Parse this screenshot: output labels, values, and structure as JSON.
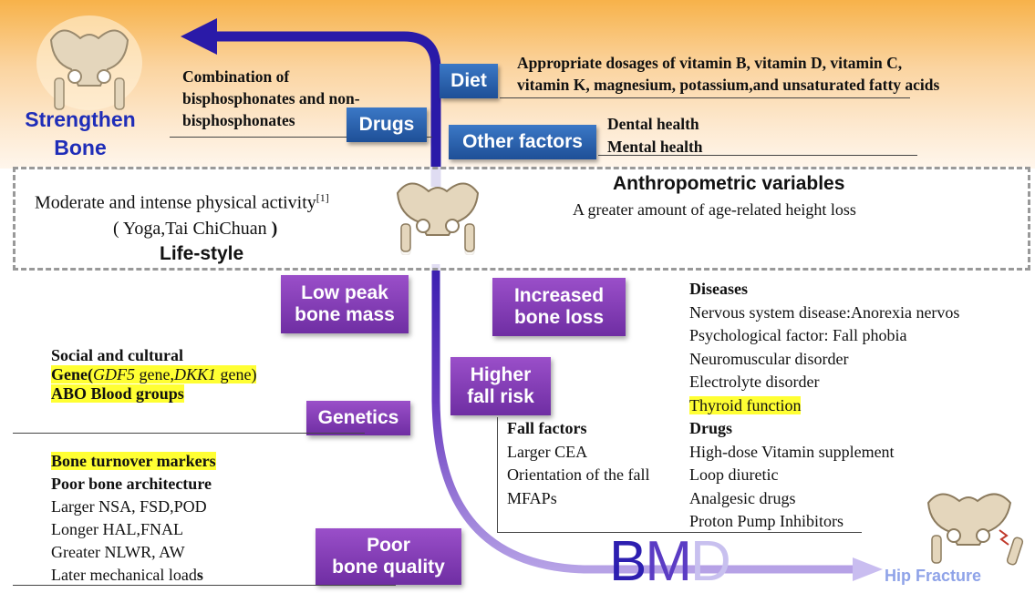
{
  "top": {
    "strengthen_bone_line1": "Strengthen",
    "strengthen_bone_line2": "Bone",
    "drugs_text_line1": "Combination of",
    "drugs_text_line2": "bisphosphonates and non-",
    "drugs_text_line3": "bisphosphonates",
    "drugs_tag": "Drugs",
    "diet_tag": "Diet",
    "diet_text_line1": "Appropriate dosages of vitamin B, vitamin D, vitamin C,",
    "diet_text_line2": "vitamin K, magnesium, potassium,and unsaturated fatty acids",
    "other_tag": "Other factors",
    "other_text_line1": "Dental health",
    "other_text_line2": "Mental health"
  },
  "lifestyle": {
    "activity": "Moderate and intense physical activity",
    "activity_ref": "[1]",
    "examples_pre": "( Yoga,Tai ChiChuan ",
    "examples_post": ")",
    "label": "Life-style",
    "anthro_title": "Anthropometric variables",
    "anthro_text": "A greater amount of age-related height loss"
  },
  "tags": {
    "low_peak_line1": "Low peak",
    "low_peak_line2": "bone mass",
    "increased_line1": "Increased",
    "increased_line2": "bone loss",
    "higher_line1": "Higher",
    "higher_line2": "fall risk",
    "genetics": "Genetics",
    "poor_line1": "Poor",
    "poor_line2": "bone quality"
  },
  "genetics": {
    "social": "Social and cultural",
    "gene_pre": "Gene(",
    "gene_gdf5": "GDF5",
    "gene_mid": " gene,",
    "gene_dkk1": "DKK1",
    "gene_post": " gene)",
    "abo": "ABO Blood groups"
  },
  "quality": {
    "turnover": "Bone turnover markers",
    "architecture": "Poor bone architecture",
    "items": [
      "Larger NSA, FSD,POD",
      "Longer HAL,FNAL",
      "Greater NLWR, AW"
    ],
    "loads_pre": "Later mechanical load",
    "loads_s": "s"
  },
  "fall": {
    "title": "Fall factors",
    "items": [
      "Larger CEA",
      "Orientation of the fall",
      "MFAPs"
    ]
  },
  "diseases": {
    "title": "Diseases",
    "items": [
      "Nervous system disease:Anorexia nervos",
      "Psychological factor: Fall phobia",
      "Neuromuscular disorder",
      "Electrolyte disorder"
    ],
    "thyroid": "Thyroid function",
    "drugs_title": "Drugs",
    "drugs": [
      "High-dose Vitamin supplement",
      "Loop diuretic",
      "Analgesic drugs",
      "Proton Pump Inhibitors"
    ]
  },
  "bottom": {
    "bmd": "BMD",
    "hip_fracture": "Hip Fracture"
  },
  "colors": {
    "arrow_blue": "#2a1aa8",
    "arrow_purple": "#8a5bd0",
    "tag_purple": "#7b35b0",
    "tag_blue": "#2a5fae",
    "highlight": "#ffff33"
  }
}
